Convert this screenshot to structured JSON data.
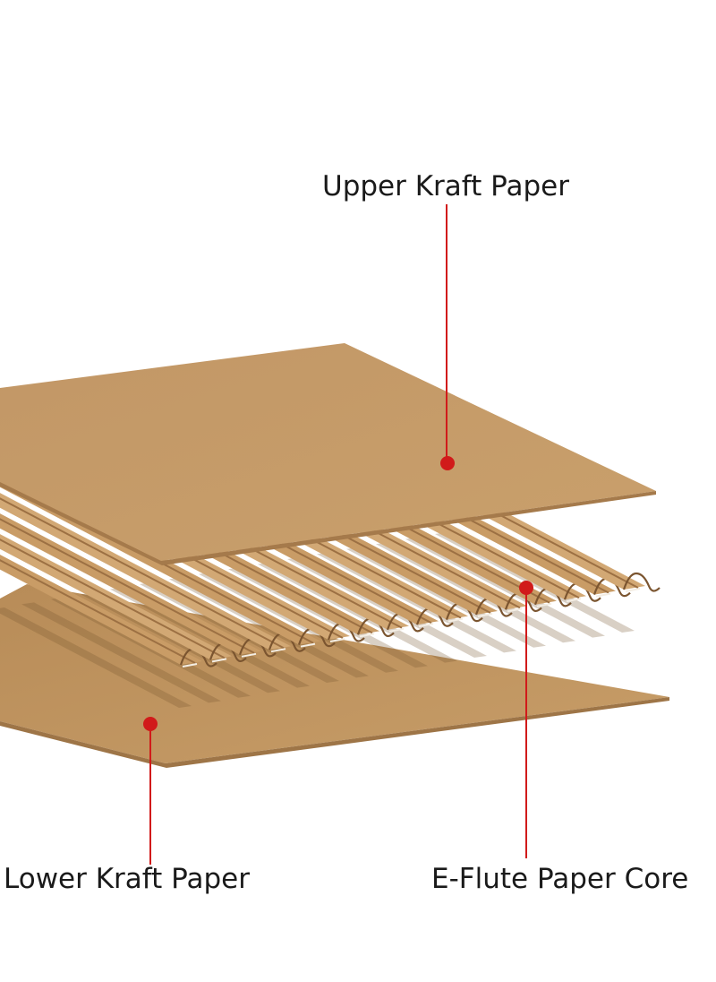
{
  "labels": {
    "upper": "Upper Kraft Paper",
    "lower": "Lower Kraft Paper",
    "core": "E-Flute Paper Core"
  },
  "colors": {
    "kraft_top": "#c89d66",
    "kraft_edge": "#b08352",
    "flute_light": "#d2a874",
    "flute_dark": "#9c7043",
    "leader": "#d11a1a",
    "text": "#1a1a1a"
  }
}
